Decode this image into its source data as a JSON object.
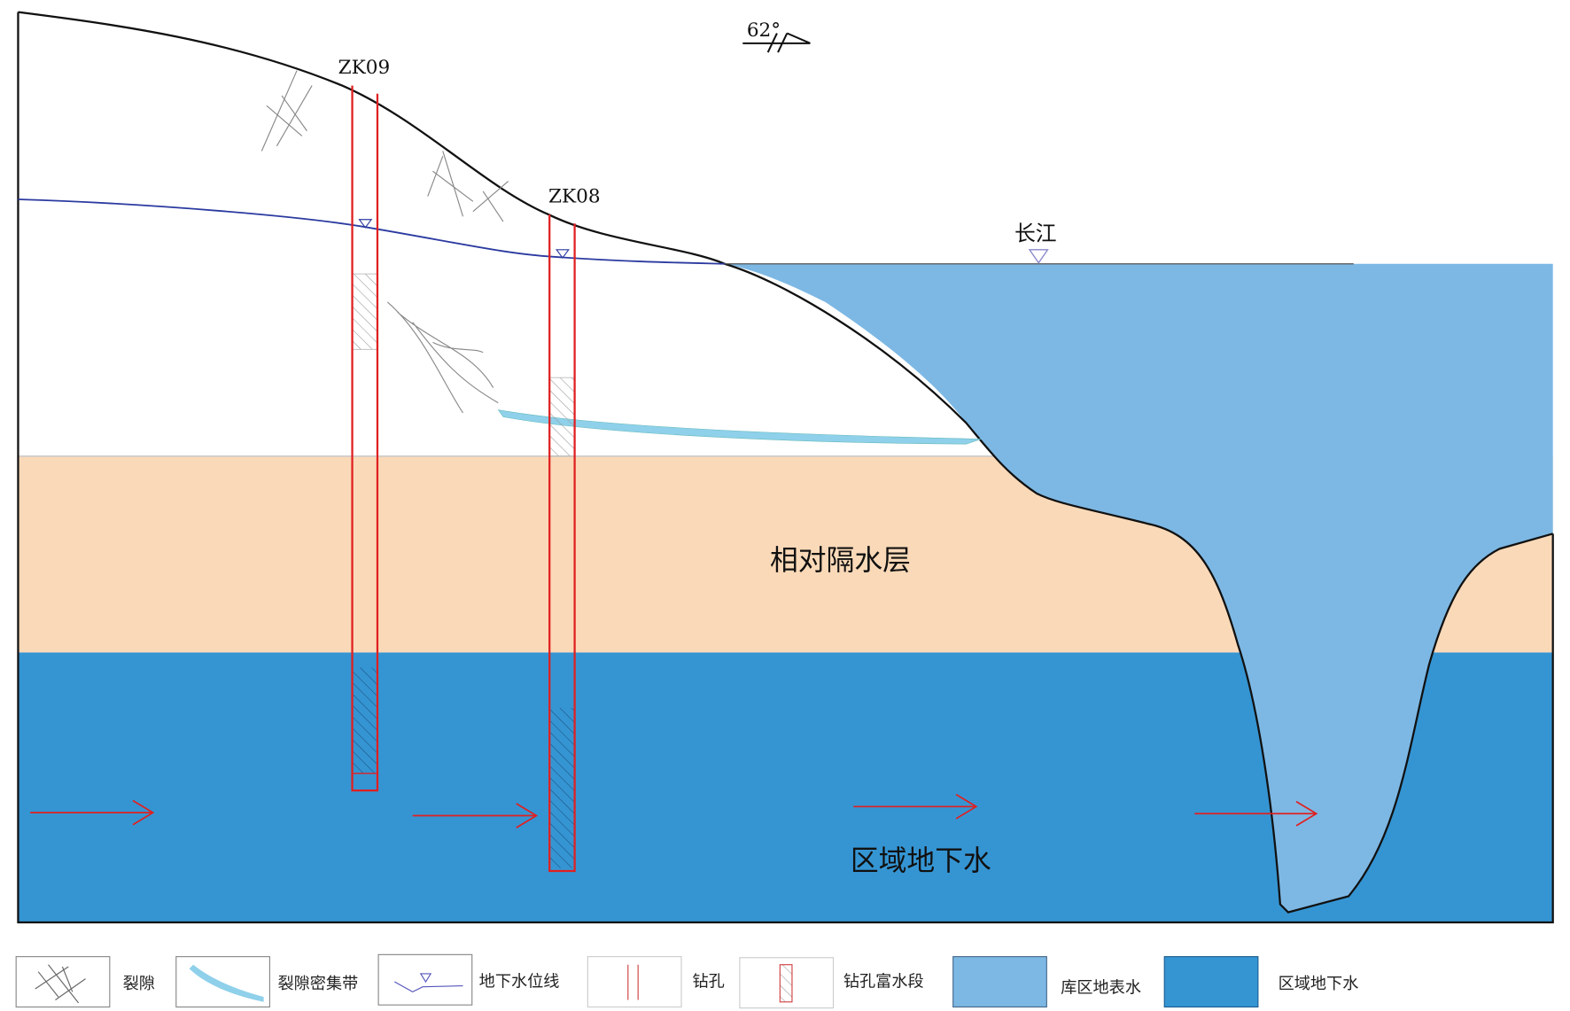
{
  "dip_symbol": {
    "angle": "62°"
  },
  "boreholes": [
    {
      "id": "ZK09"
    },
    {
      "id": "ZK08"
    }
  ],
  "river": {
    "name": "长江"
  },
  "layers": {
    "aquitard": "相对隔水层",
    "regional_groundwater": "区域地下水"
  },
  "colors": {
    "aquitard": "#fad9b8",
    "regional_groundwater": "#3595d3",
    "surface_water": "#7db8e4",
    "fracture_band": "#8fd0ea",
    "borehole": "#e02020",
    "water_table": "#2b3aa0"
  },
  "legend": [
    {
      "label": "裂隙",
      "icon": "fracture-icon"
    },
    {
      "label": "裂隙密集带",
      "icon": "fracture-dense-band-icon"
    },
    {
      "label": "地下水位线",
      "icon": "water-table-icon"
    },
    {
      "label": "钻孔",
      "icon": "borehole-icon"
    },
    {
      "label": "钻孔富水段",
      "icon": "borehole-water-rich-icon"
    },
    {
      "label": "库区地表水",
      "icon": "surface-water-swatch"
    },
    {
      "label": "区域地下水",
      "icon": "regional-groundwater-swatch"
    }
  ]
}
